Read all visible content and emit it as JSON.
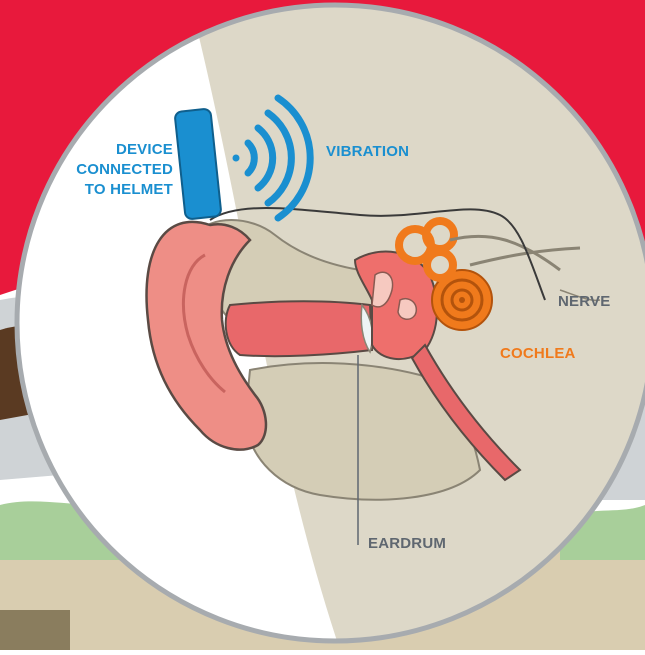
{
  "labels": {
    "device_line1": "DEVICE",
    "device_line2": "CONNECTED",
    "device_line3": "TO HELMET",
    "vibration": "VIBRATION",
    "nerve": "NERVE",
    "cochlea": "COCHLEA",
    "eardrum": "EARDRUM"
  },
  "colors": {
    "background_red": "#e8193c",
    "circle_bg": "#ddd8c8",
    "device_blue": "#1a8fd0",
    "outer_ear": "#ee8e86",
    "canal": "#e8686a",
    "bone": "#d4cdb6",
    "cochlea_orange": "#f07a1c",
    "label_grey": "#5f6770"
  }
}
